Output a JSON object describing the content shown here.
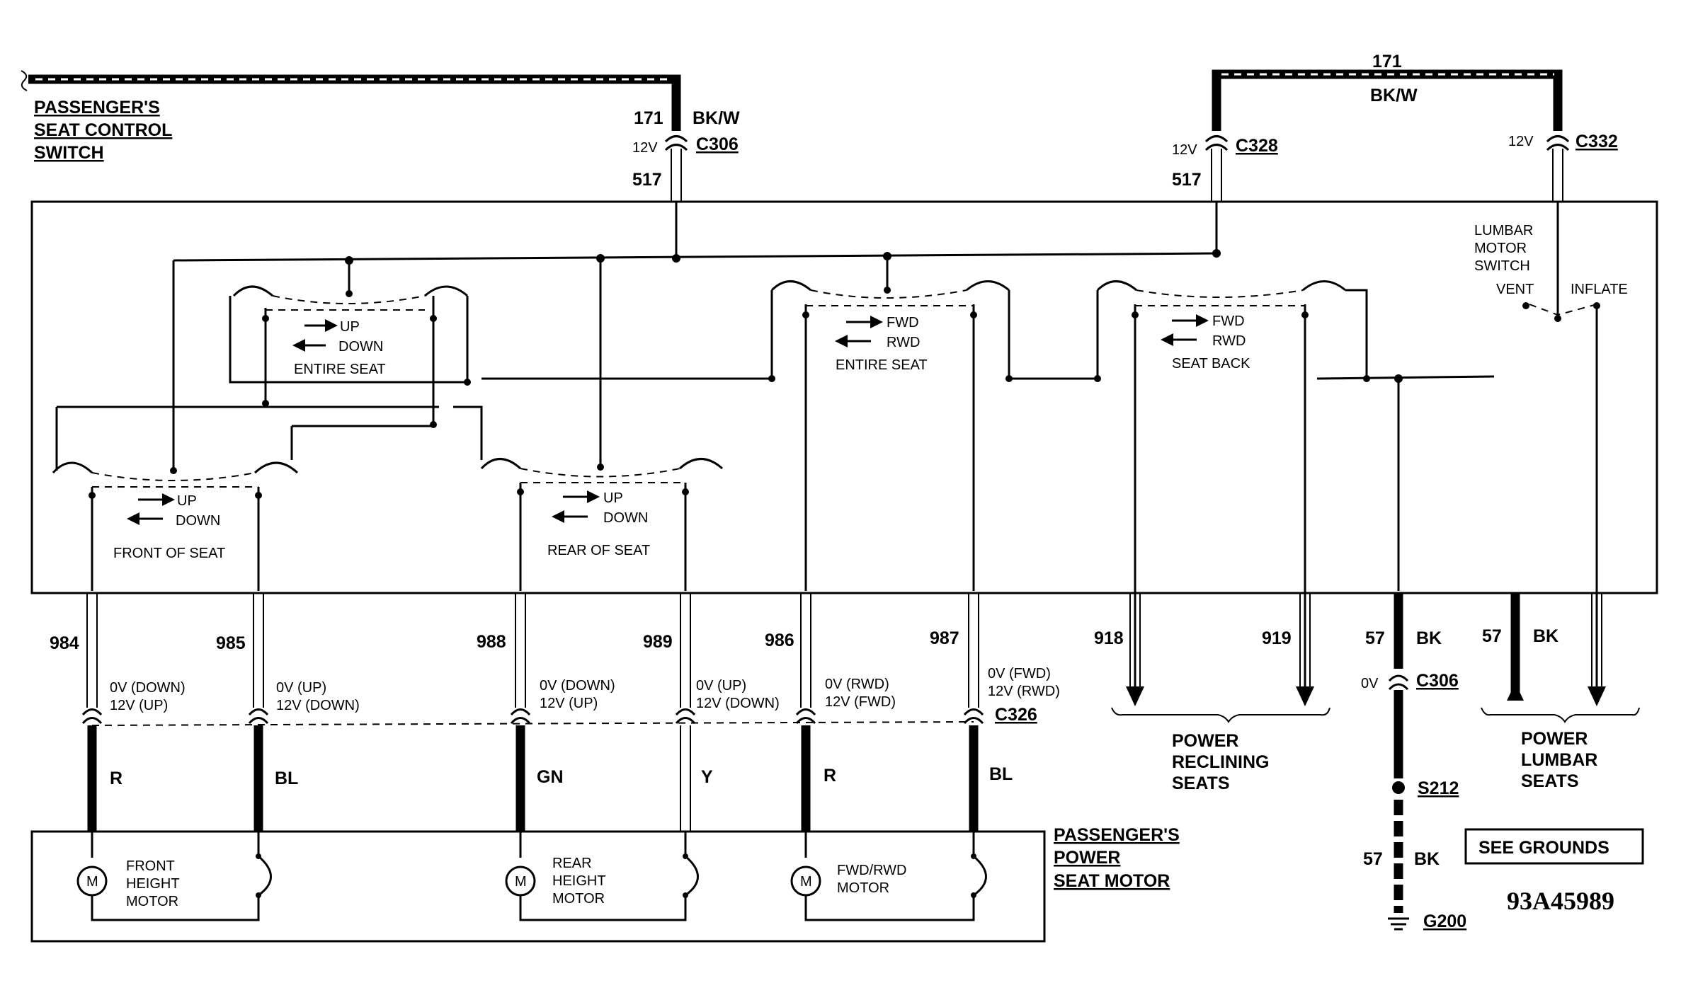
{
  "labels": {
    "switch_name": "PASSENGER'S\nSEAT CONTROL\nSWITCH",
    "motor_name": "PASSENGER'S\nPOWER\nSEAT MOTOR",
    "diagram_id": "93A45989",
    "see_grounds": "SEE GROUNDS",
    "lumbar_switch": "LUMBAR\nMOTOR\nSWITCH",
    "vent": "VENT",
    "inflate": "INFLATE",
    "power_reclining": "POWER\nRECLINING\nSEATS",
    "power_lumbar": "POWER\nLUMBAR\nSEATS",
    "up": "UP",
    "down": "DOWN",
    "fwd": "FWD",
    "rwd": "RWD",
    "entire_seat_1": "ENTIRE SEAT",
    "entire_seat_2": "ENTIRE SEAT",
    "seat_back": "SEAT BACK",
    "front_of_seat": "FRONT OF SEAT",
    "rear_of_seat": "REAR OF SEAT",
    "front_motor": "FRONT\nHEIGHT\nMOTOR",
    "rear_motor": "REAR\nHEIGHT\nMOTOR",
    "fwdrwd_motor": "FWD/RWD\nMOTOR",
    "motor_m": "M"
  },
  "wires": {
    "w171": "171",
    "w517": "517",
    "w984": "984",
    "w985": "985",
    "w988": "988",
    "w989": "989",
    "w986": "986",
    "w987": "987",
    "w918": "918",
    "w919": "919",
    "w57": "57",
    "bkw": "BK/W",
    "bk": "BK",
    "r": "R",
    "bl": "BL",
    "gn": "GN",
    "y": "Y"
  },
  "connectors": {
    "c306": "C306",
    "c328": "C328",
    "c332": "C332",
    "c326": "C326",
    "s212": "S212",
    "g200": "G200"
  },
  "voltages": {
    "v12": "12V",
    "v0": "0V",
    "down_up": "0V (DOWN)\n12V (UP)",
    "up_down": "0V (UP)\n12V (DOWN)",
    "rwd_fwd": "0V (RWD)\n12V (FWD)",
    "fwd_rwd": "0V (FWD)\n12V (RWD)"
  }
}
